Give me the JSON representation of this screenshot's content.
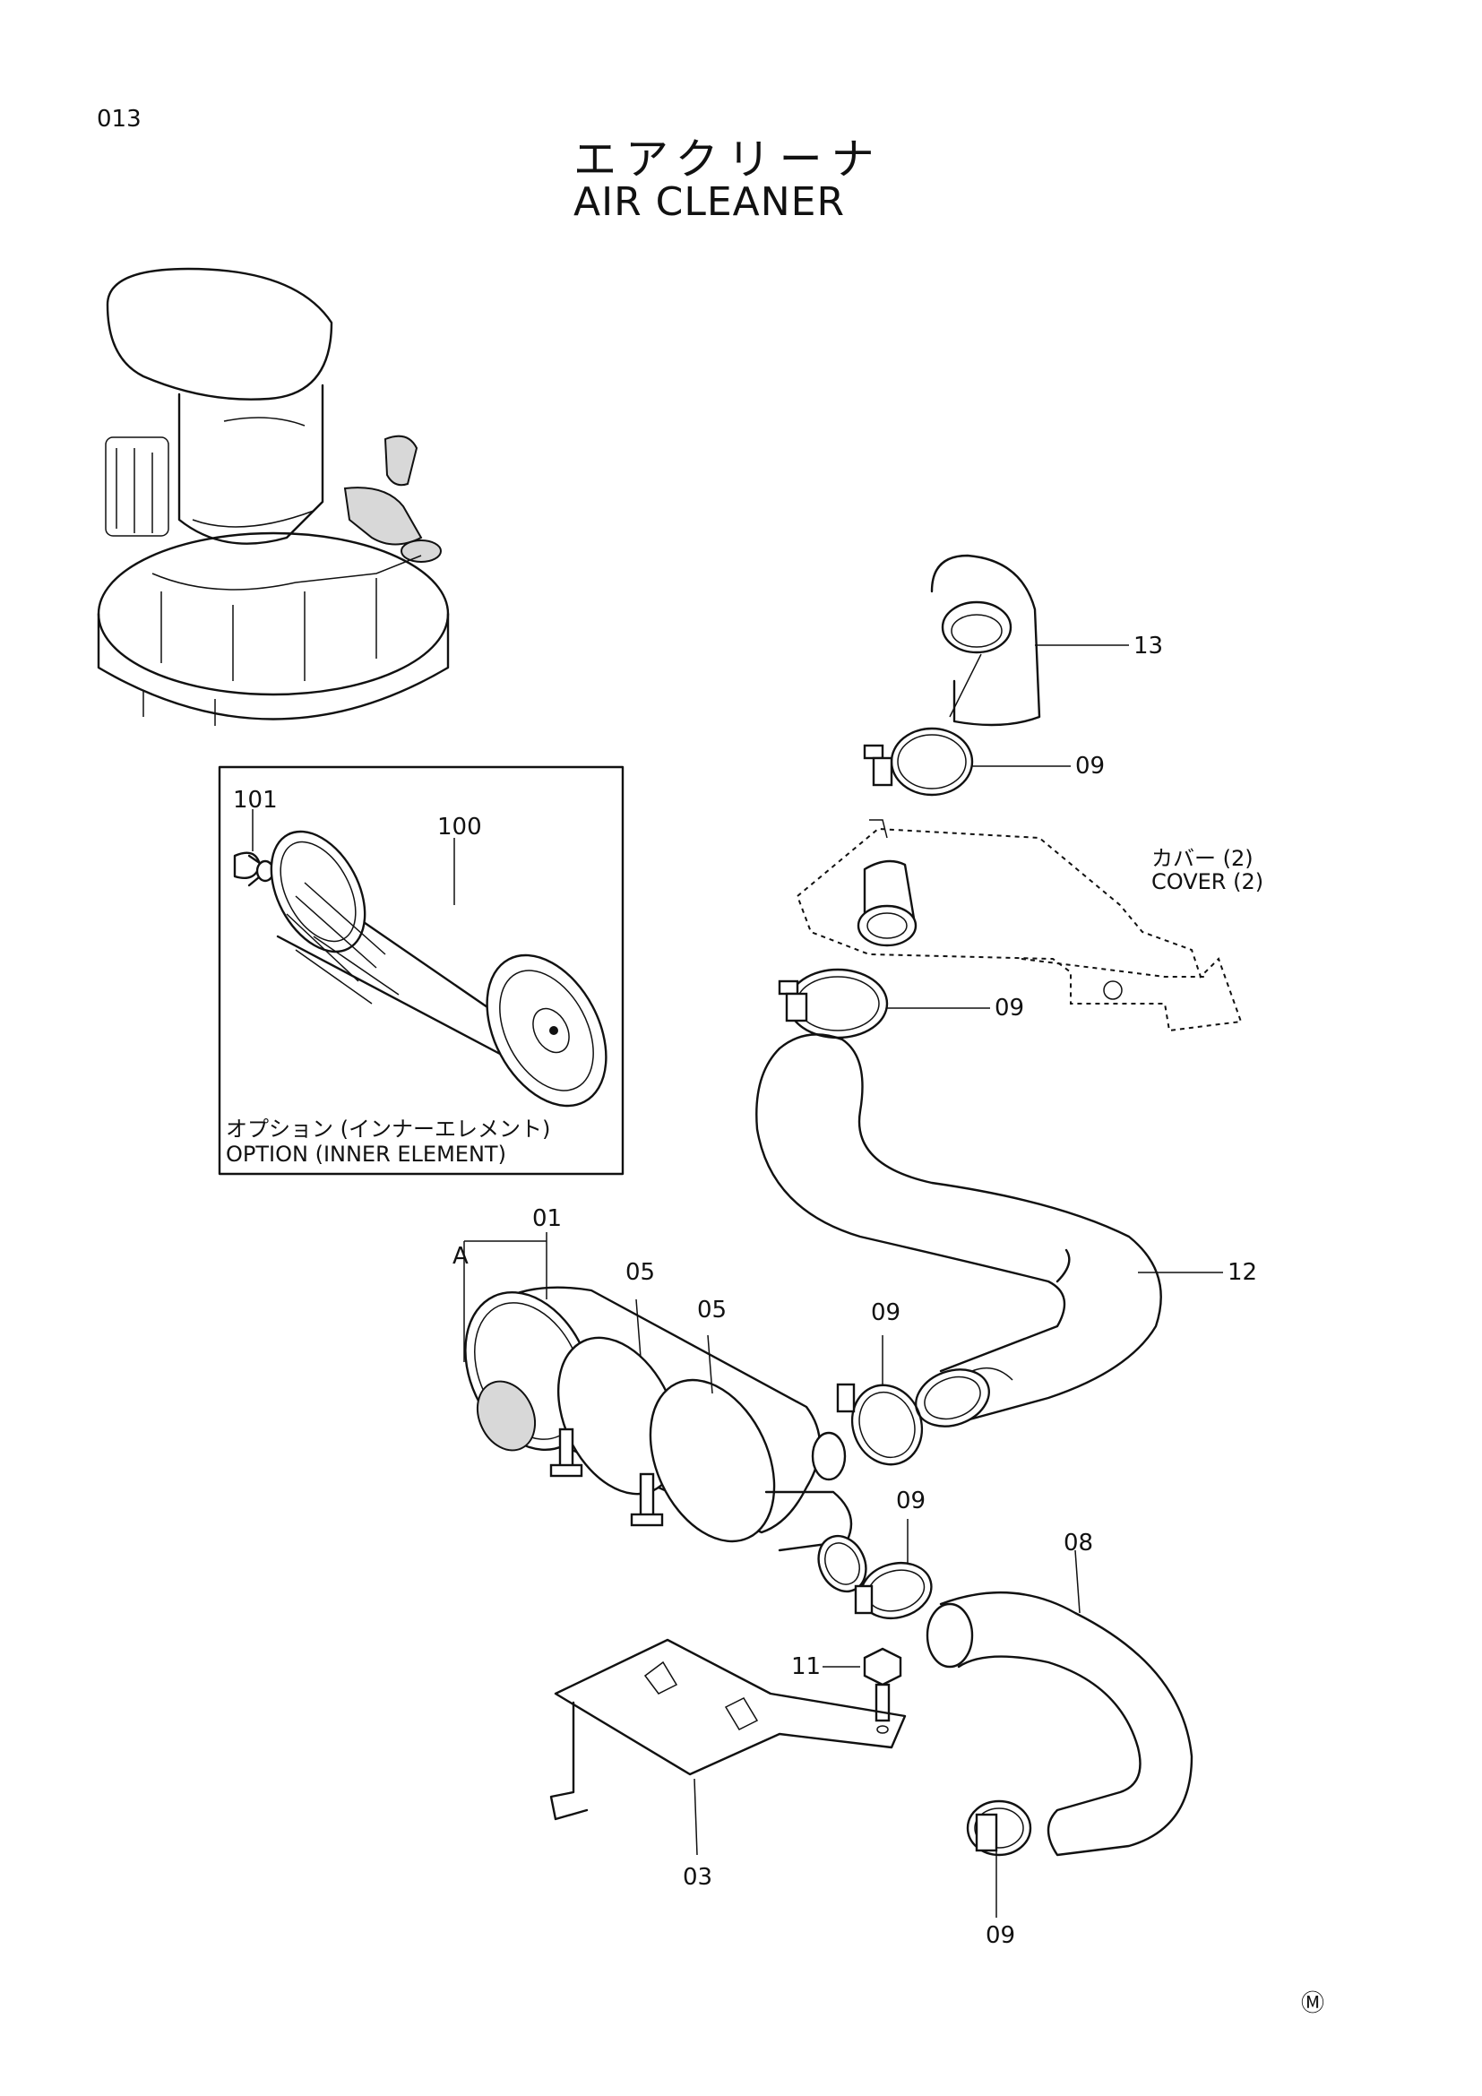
{
  "page": {
    "code": "013",
    "title_jp": "エアクリーナ",
    "title_en": "AIR CLEANER",
    "manufacturer_mark": "Ⓜ"
  },
  "option_box": {
    "caption_jp": "オプション (インナーエレメント)",
    "caption_en": "OPTION (INNER ELEMENT)"
  },
  "cover_note": {
    "jp": "カバー (2)",
    "en": "COVER (2)"
  },
  "callouts": {
    "c101": "101",
    "c100": "100",
    "c13": "13",
    "c09_top": "09",
    "c09_cover": "09",
    "c12": "12",
    "c01": "01",
    "cA": "A",
    "c05_left": "05",
    "c05_right": "05",
    "c09_outlet": "09",
    "c09_elbow": "09",
    "c08": "08",
    "c11": "11",
    "c03": "03",
    "c09_bottom": "09"
  }
}
